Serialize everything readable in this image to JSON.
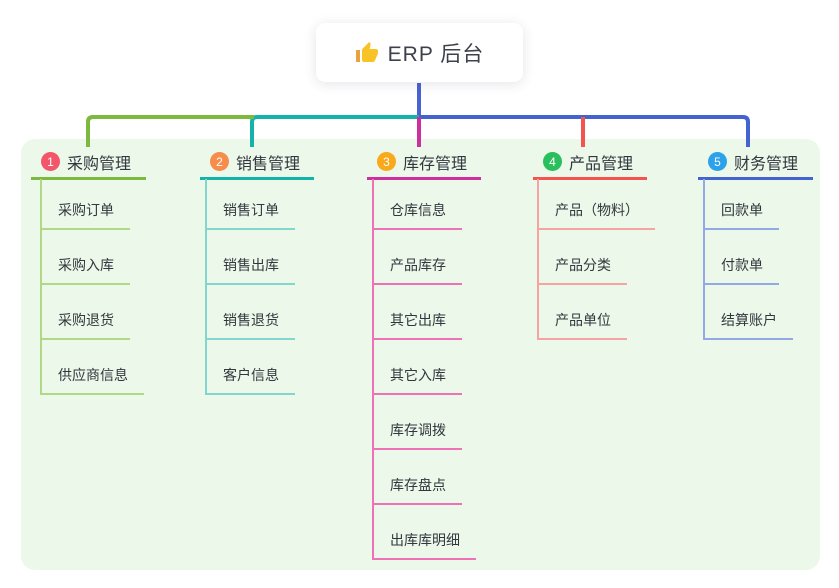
{
  "root": {
    "title": "ERP 后台",
    "icon": "thumbs-up-icon",
    "line_color": "#4a62d3"
  },
  "colors": {
    "panel_bg": "#ecf8e9",
    "card_bg": "#ffffff",
    "text": "#32373f"
  },
  "branches": [
    {
      "index": "1",
      "label": "采购管理",
      "color": "#7cb93e",
      "light_color": "#b0d887",
      "badge_color": "#f3566a",
      "children": [
        "采购订单",
        "采购入库",
        "采购退货",
        "供应商信息"
      ]
    },
    {
      "index": "2",
      "label": "销售管理",
      "color": "#13b3a9",
      "light_color": "#82d6ce",
      "badge_color": "#f68d4b",
      "children": [
        "销售订单",
        "销售出库",
        "销售退货",
        "客户信息"
      ]
    },
    {
      "index": "3",
      "label": "库存管理",
      "color": "#cd2f9c",
      "light_color": "#ef72b6",
      "badge_color": "#f9a91c",
      "children": [
        "仓库信息",
        "产品库存",
        "其它出库",
        "其它入库",
        "库存调拨",
        "库存盘点",
        "出库库明细"
      ]
    },
    {
      "index": "4",
      "label": "产品管理",
      "color": "#f4534e",
      "light_color": "#f7a3a1",
      "badge_color": "#28bf5c",
      "children": [
        "产品（物料）",
        "产品分类",
        "产品单位"
      ]
    },
    {
      "index": "5",
      "label": "财务管理",
      "color": "#4263d0",
      "light_color": "#93a9e6",
      "badge_color": "#2ba2e9",
      "children": [
        "回款单",
        "付款单",
        "结算账户"
      ]
    }
  ]
}
